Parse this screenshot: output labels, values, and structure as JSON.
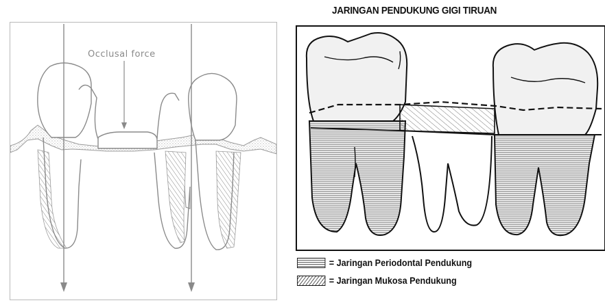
{
  "left_figure": {
    "label": "Occlusal force"
  },
  "right_figure": {
    "title": "JARINGAN PENDUKUNG GIGI TIRUAN",
    "legend": [
      {
        "swatch": "striped-horizontal",
        "text": "= Jaringan Periodontal Pendukung"
      },
      {
        "swatch": "hatched-diagonal",
        "text": "= Jaringan Mukosa Pendukung"
      }
    ]
  },
  "colors": {
    "line": "#111111",
    "light_line": "#8a8a8a",
    "tooth_fill": "#f1f1f1",
    "periodontal_stripe": "#777777"
  }
}
